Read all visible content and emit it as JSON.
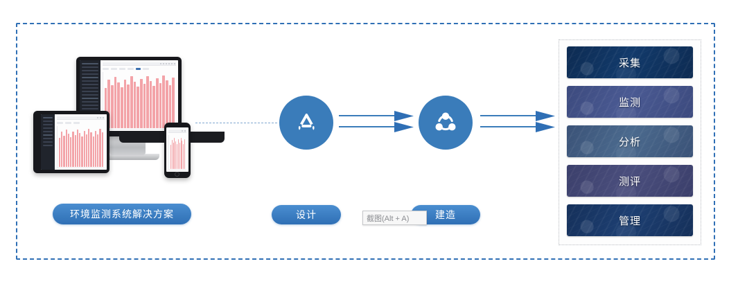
{
  "diagram": {
    "left": {
      "devices_alt": "multi-device-dashboard-mockup",
      "button_label": "环境监测系统解决方案"
    },
    "steps": [
      {
        "icon": "app-store-icon",
        "label": "设计"
      },
      {
        "icon": "network-share-icon",
        "label": "建造"
      }
    ],
    "connector": {
      "dashed_label": "dashed-connector",
      "arrow_label": "double-arrow"
    },
    "outcomes": {
      "panel_name": "capability-panel",
      "cards": [
        {
          "label": "采集",
          "bg": "#0d2b52",
          "tex": "#123a6b"
        },
        {
          "label": "监测",
          "bg": "#3c4a7e",
          "tex": "#4a5a93"
        },
        {
          "label": "分析",
          "bg": "#3a5277",
          "tex": "#4b6a8e"
        },
        {
          "label": "测评",
          "bg": "#3b3f6b",
          "tex": "#4a4e7d"
        },
        {
          "label": "管理",
          "bg": "#15305a",
          "tex": "#1d3f72"
        }
      ]
    },
    "tooltip": {
      "text": "截图(Alt + A)"
    },
    "colors": {
      "accent_blue": "#2f6fb5",
      "circle_blue": "#3a7cba",
      "frame_dash": "#2f6fb5",
      "bar_pink": "#f3a3a8",
      "panel_dot": "#b9bcc2"
    }
  }
}
